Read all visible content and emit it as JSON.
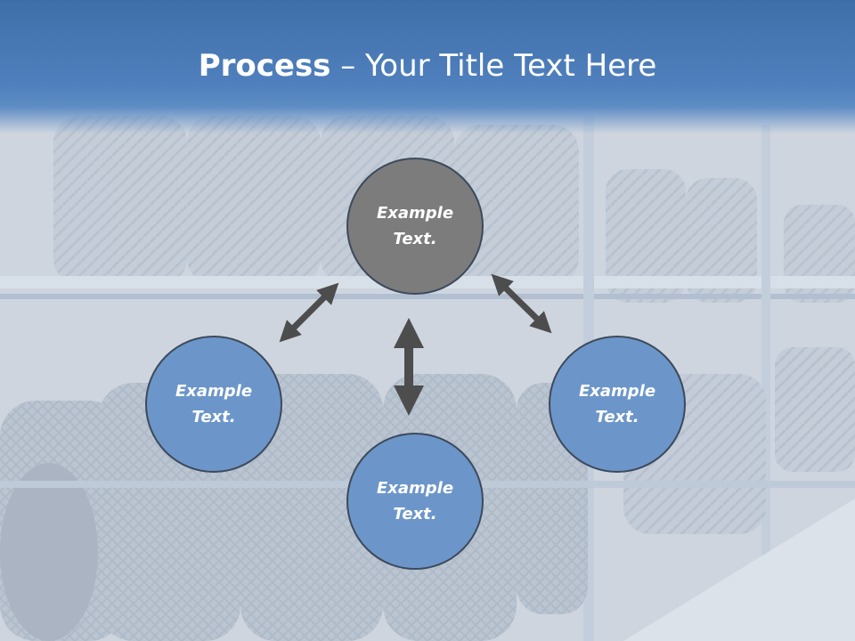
{
  "slide": {
    "title_bold": "Process",
    "title_rest": " – Your Title Text Here"
  },
  "nodes": [
    {
      "line1": "Example",
      "line2": "Text.",
      "color": "#7c7c7c"
    },
    {
      "line1": "Example",
      "line2": "Text.",
      "color": "#6c96c9"
    },
    {
      "line1": "Example",
      "line2": "Text.",
      "color": "#6c96c9"
    },
    {
      "line1": "Example",
      "line2": "Text.",
      "color": "#6c96c9"
    }
  ],
  "colors": {
    "header": "#4a7bb9",
    "arrow": "#4d4d4d",
    "background_photo": "tire warehouse shelves"
  }
}
